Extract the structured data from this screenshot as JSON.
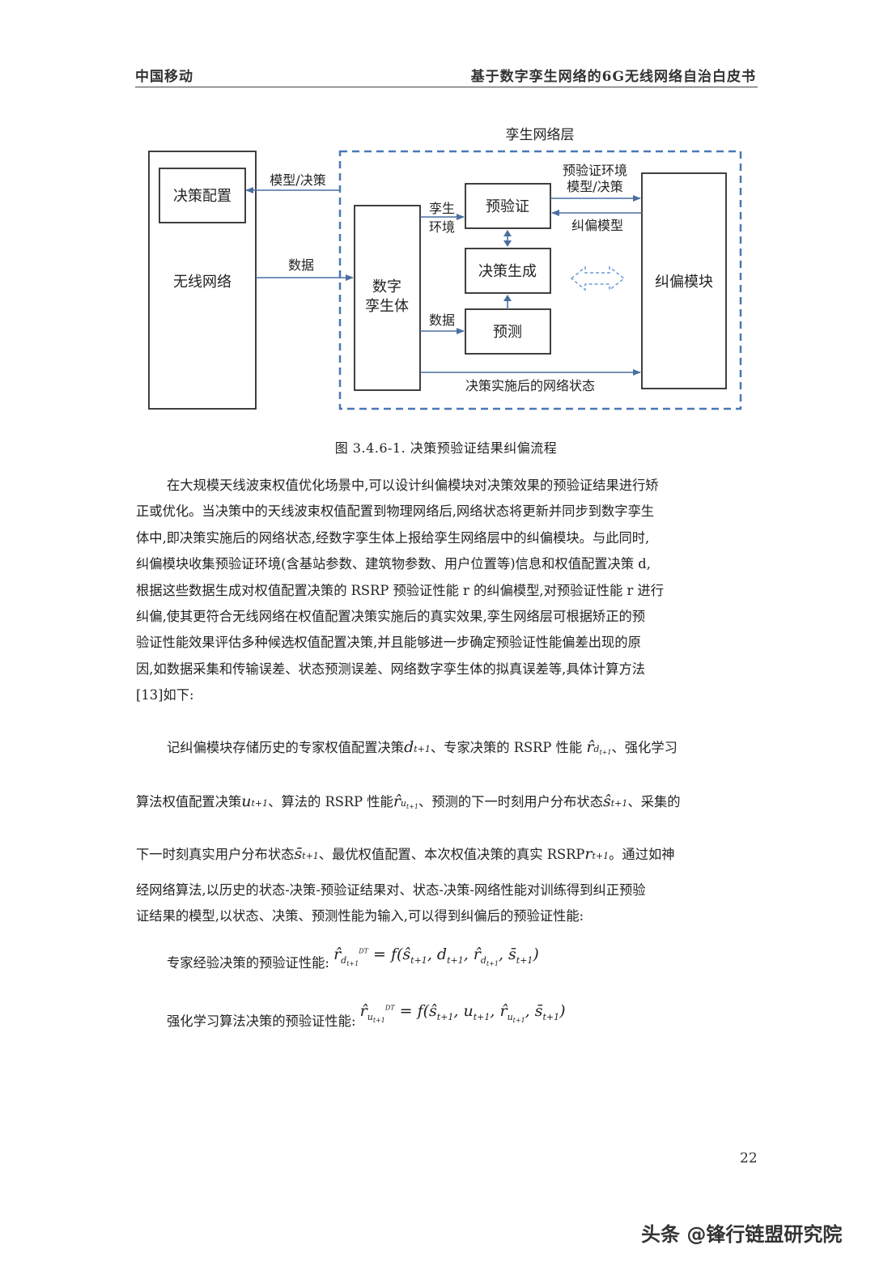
{
  "header": {
    "left": "中国移动",
    "right": "基于数字孪生网络的6G无线网络自治白皮书"
  },
  "diagram": {
    "layer_title": "孪生网络层",
    "decision_config": "决策配置",
    "wireless_network": "无线网络",
    "model_decision_left": "模型/决策",
    "data_left": "数据",
    "digital_twin_line1": "数字",
    "digital_twin_line2": "孪生体",
    "twin_env_line1": "孪生",
    "twin_env_line2": "环境",
    "preverify": "预验证",
    "decision_gen": "决策生成",
    "predict": "预测",
    "data_inner": "数据",
    "preverify_env": "预验证环境",
    "model_decision_right": "模型/决策",
    "correction_model": "纠偏模型",
    "correction_module": "纠偏模块",
    "post_state": "决策实施后的网络状态"
  },
  "caption": "图 3.4.6-1. 决策预验证结果纠偏流程",
  "paragraph1": [
    "在大规模天线波束权值优化场景中,可以设计纠偏模块对决策效果的预验证结果进行矫",
    "正或优化。当决策中的天线波束权值配置到物理网络后,网络状态将更新并同步到数字孪生",
    "体中,即决策实施后的网络状态,经数字孪生体上报给孪生网络层中的纠偏模块。与此同时,",
    "纠偏模块收集预验证环境(含基站参数、建筑物参数、用户位置等)信息和权值配置决策 d,",
    "根据这些数据生成对权值配置决策的 RSRP 预验证性能 r 的纠偏模型,对预验证性能 r 进行",
    "纠偏,使其更符合无线网络在权值配置决策实施后的真实效果,孪生网络层可根据矫正的预",
    "验证性能效果评估多种候选权值配置决策,并且能够进一步确定预验证性能偏差出现的原",
    "因,如数据采集和传输误差、状态预测误差、网络数字孪生体的拟真误差等,具体计算方法",
    "[13]如下:"
  ],
  "def_lines": {
    "l1_a": "记纠偏模块存储历史的专家权值配置决策",
    "l1_b": "、专家决策的 RSRP 性能",
    "l1_c": "、强化学习",
    "l2_a": "算法权值配置决策",
    "l2_b": "、算法的 RSRP 性能",
    "l2_c": "、预测的下一时刻用户分布状态",
    "l2_d": "、采集的",
    "l3_a": "下一时刻真实用户分布状态",
    "l3_b": "、最优权值配置、本次权值决策的真实 RSRP",
    "l3_c": "。通过如神"
  },
  "paragraph2": [
    "经网络算法,以历史的状态-决策-预验证结果对、状态-决策-网络性能对训练得到纠正预验",
    "证结果的模型,以状态、决策、预测性能为输入,可以得到纠偏后的预验证性能:"
  ],
  "formulas": {
    "expert_label": "专家经验决策的预验证性能:",
    "rl_label": "强化学习算法决策的预验证性能:"
  },
  "page_number": "22",
  "watermark": "头条 @锋行链盟研究院"
}
